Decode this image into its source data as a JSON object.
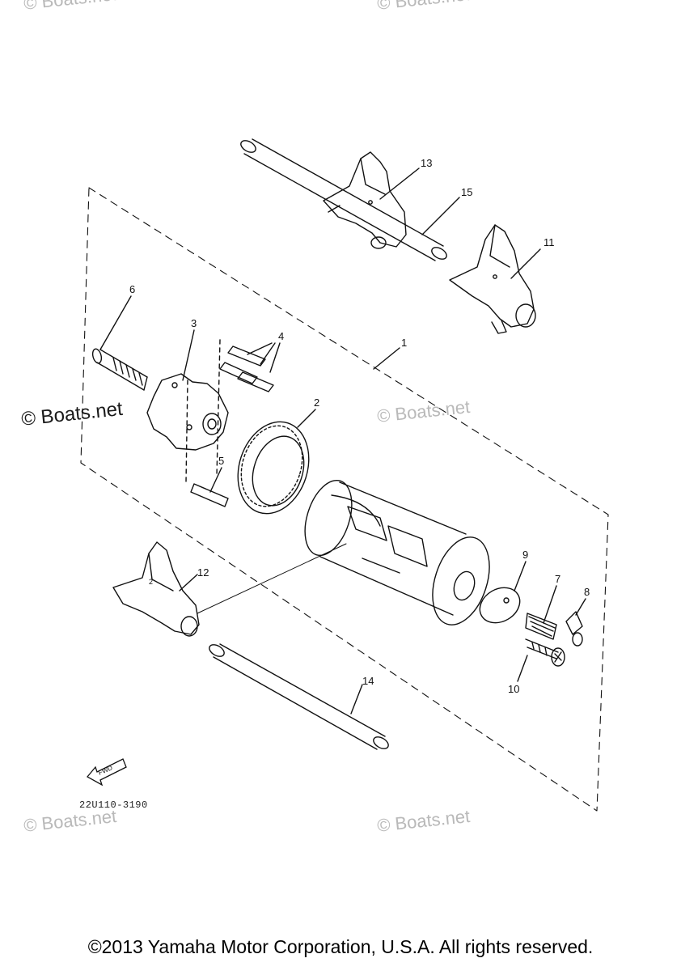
{
  "diagram": {
    "part_labels": [
      "1",
      "2",
      "3",
      "4",
      "5",
      "6",
      "7",
      "8",
      "9",
      "10",
      "11",
      "12",
      "13",
      "14",
      "15"
    ],
    "diagram_code": "22U110-3190",
    "fwd_label": "FWD",
    "colors": {
      "line": "#111111",
      "watermark": "#b9b9b9"
    }
  },
  "watermarks": {
    "top_left": "© Boats.net",
    "top_right": "© Boats.net",
    "mid_left": "© Boats.net",
    "mid_right": "© Boats.net",
    "bottom_left": "© Boats.net",
    "bottom_right": "© Boats.net"
  },
  "footer": {
    "copyright": "©2013 Yamaha Motor Corporation, U.S.A. All rights reserved."
  }
}
